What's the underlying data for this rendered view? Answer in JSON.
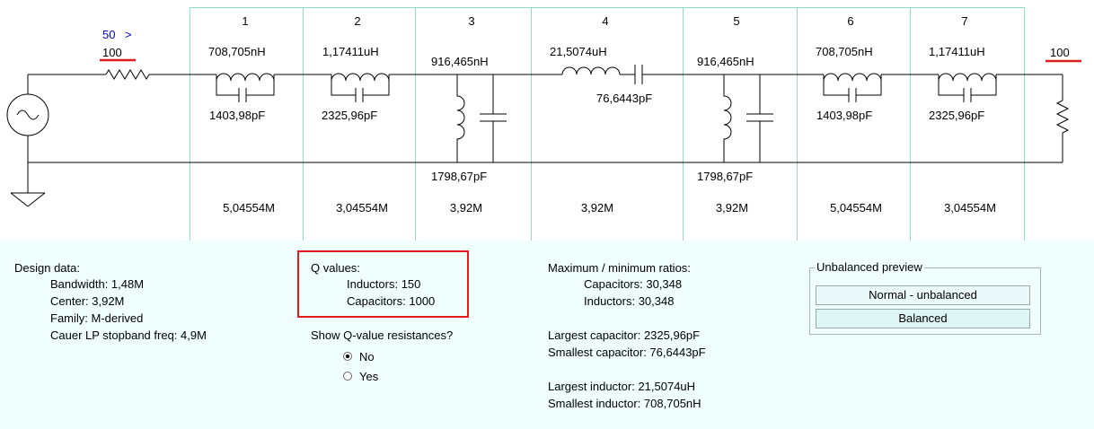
{
  "schematic": {
    "source_label": "50",
    "source_arrow": ">",
    "source_resistance": "100",
    "load_resistance": "100",
    "sections": [
      {
        "number": "1",
        "top_value": "708,705nH",
        "lower_value": "1403,98pF",
        "frequency": "5,04554M"
      },
      {
        "number": "2",
        "top_value": "1,17411uH",
        "lower_value": "2325,96pF",
        "frequency": "3,04554M"
      },
      {
        "number": "3",
        "top_value": "916,465nH",
        "lower_value": "1798,67pF",
        "frequency": "3,92M"
      },
      {
        "number": "4",
        "top_value": "21,5074uH",
        "lower_value": "76,6443pF",
        "frequency": "3,92M"
      },
      {
        "number": "5",
        "top_value": "916,465nH",
        "lower_value": "1798,67pF",
        "frequency": "3,92M"
      },
      {
        "number": "6",
        "top_value": "708,705nH",
        "lower_value": "1403,98pF",
        "frequency": "5,04554M"
      },
      {
        "number": "7",
        "top_value": "1,17411uH",
        "lower_value": "2325,96pF",
        "frequency": "3,04554M"
      }
    ]
  },
  "design": {
    "title": "Design data:",
    "bandwidth": "Bandwidth:  1,48M",
    "center": "Center:  3,92M",
    "family": "Family:  M-derived",
    "stopband": "Cauer LP stopband freq:  4,9M"
  },
  "q_values": {
    "title": "Q values:",
    "inductors": "Inductors:  150",
    "capacitors": "Capacitors:  1000"
  },
  "q_resistances": {
    "question": "Show Q-value resistances?",
    "options": [
      {
        "label": "No",
        "selected": true
      },
      {
        "label": "Yes",
        "selected": false
      }
    ]
  },
  "ratios": {
    "title": "Maximum / minimum ratios:",
    "capacitors": "Capacitors: 30,348",
    "inductors": "Inductors: 30,348",
    "largest_capacitor": "Largest capacitor: 2325,96pF",
    "smallest_capacitor": "Smallest capacitor: 76,6443pF",
    "largest_inductor": "Largest inductor: 21,5074uH",
    "smallest_inductor": "Smallest inductor: 708,705nH"
  },
  "preview": {
    "legend": "Unbalanced preview",
    "normal_label": "Normal - unbalanced",
    "balanced_label": "Balanced"
  },
  "colors": {
    "panel_background": "#f0fffe",
    "section_lines": "#8fe0c8",
    "highlight_red": "#e01c1c",
    "source_label_blue": "#0000cc"
  }
}
